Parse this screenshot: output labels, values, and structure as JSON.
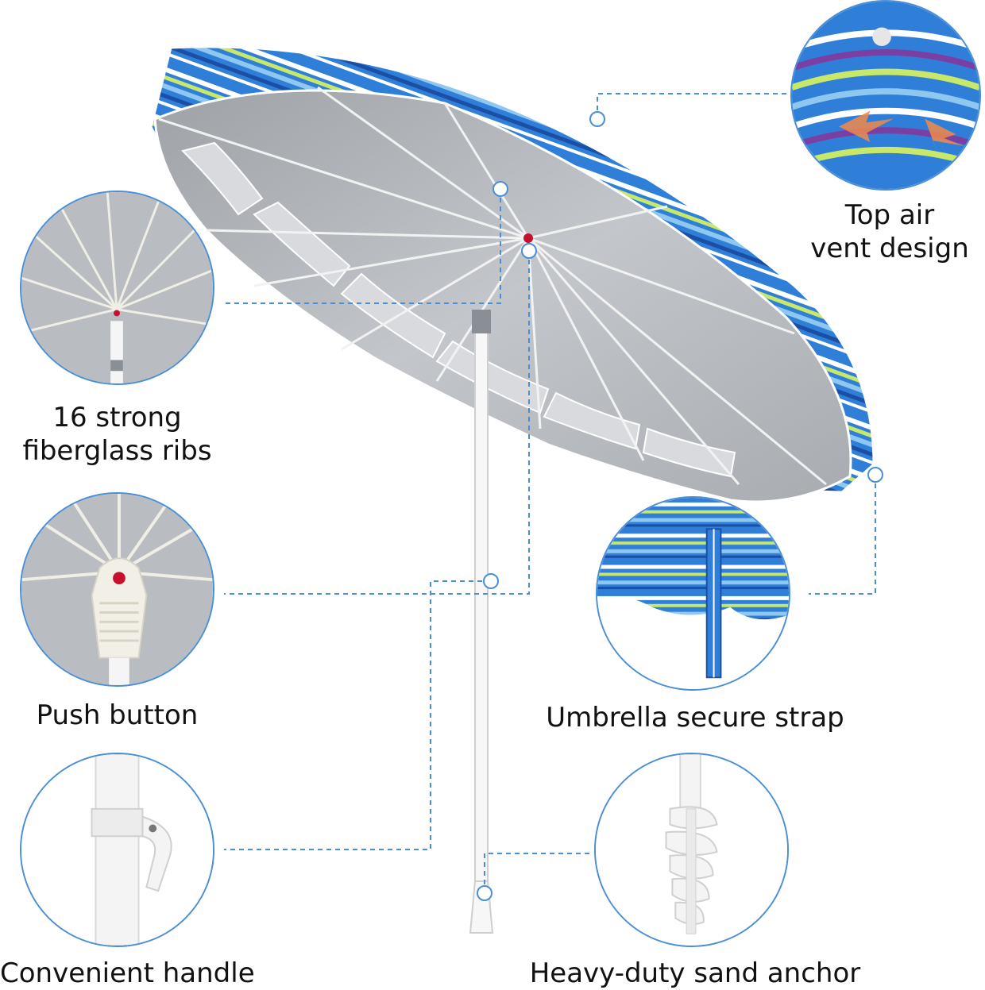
{
  "features": [
    {
      "id": "air-vent",
      "caption": [
        "Top air",
        "vent design"
      ]
    },
    {
      "id": "ribs",
      "caption": [
        "16 strong",
        "fiberglass ribs"
      ]
    },
    {
      "id": "push-button",
      "caption": [
        "Push button"
      ]
    },
    {
      "id": "secure-strap",
      "caption": [
        "Umbrella secure strap"
      ]
    },
    {
      "id": "handle",
      "caption": [
        "Convenient handle"
      ]
    },
    {
      "id": "sand-anchor",
      "caption": [
        "Heavy-duty sand anchor"
      ]
    }
  ],
  "colors": {
    "callout_line": "#4a8fd6",
    "canopy_stripe_blue": "#2f7fd8",
    "canopy_stripe_green": "#c8e86a",
    "canopy_stripe_purple": "#7b3fa3",
    "underside_silver": "#b9bcc0",
    "button_red": "#c8102e"
  }
}
